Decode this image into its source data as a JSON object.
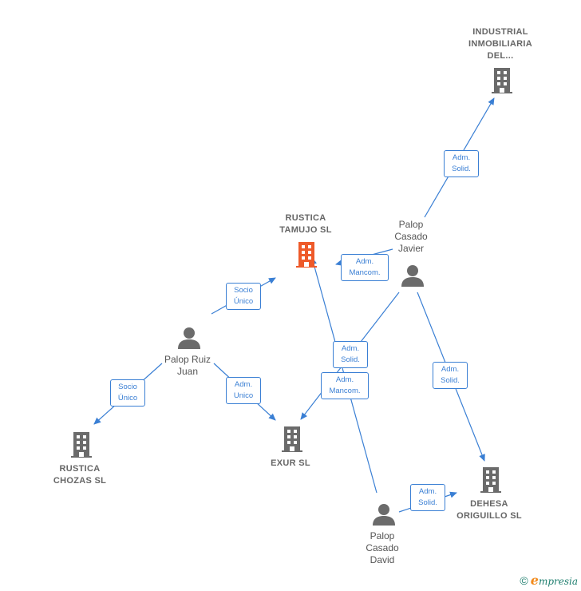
{
  "nodes": {
    "industrial": {
      "lines": [
        "INDUSTRIAL",
        "INMOBILIARIA",
        "DEL..."
      ]
    },
    "rustica_tamujo": {
      "lines": [
        "RUSTICA",
        "TAMUJO SL"
      ],
      "color": "#ee5a2a"
    },
    "palop_javier": {
      "lines": [
        "Palop",
        "Casado",
        "Javier"
      ]
    },
    "palop_ruiz": {
      "lines": [
        "Palop Ruiz",
        "Juan"
      ]
    },
    "rustica_chozas": {
      "lines": [
        "RUSTICA",
        "CHOZAS SL"
      ]
    },
    "exur": {
      "lines": [
        "EXUR SL"
      ]
    },
    "dehesa": {
      "lines": [
        "DEHESA",
        "ORIGUILLO SL"
      ]
    },
    "palop_david": {
      "lines": [
        "Palop",
        "Casado",
        "David"
      ]
    }
  },
  "edges": {
    "javier_industrial": [
      "Adm.",
      "Solid."
    ],
    "javier_tamujo": [
      "Adm.",
      "Mancom."
    ],
    "ruiz_tamujo": [
      "Socio",
      "Único"
    ],
    "javier_exur": [
      "Adm.",
      "Solid."
    ],
    "david_tamujo": [
      "Adm.",
      "Mancom."
    ],
    "javier_dehesa": [
      "Adm.",
      "Solid."
    ],
    "ruiz_chozas": [
      "Socio",
      "Único"
    ],
    "ruiz_exur": [
      "Adm.",
      "Unico"
    ],
    "david_dehesa": [
      "Adm.",
      "Solid."
    ]
  },
  "colors": {
    "edge": "#3a7fd4",
    "company": "#6b6b6b",
    "company_highlight": "#ee5a2a",
    "person": "#6b6b6b"
  },
  "footer": {
    "copyright": "©",
    "brand_initial": "e",
    "brand_rest": "mpresia"
  }
}
